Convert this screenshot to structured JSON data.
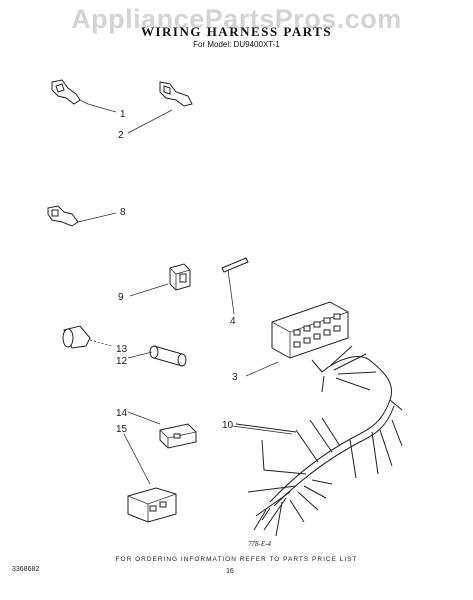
{
  "watermark": "AppliancePartsPros.com",
  "title": "WIRING HARNESS PARTS",
  "subtitle": "For Model: DU9400XT-1",
  "callouts": {
    "c1": "1",
    "c2": "2",
    "c3": "3",
    "c4": "4",
    "c8": "8",
    "c9": "9",
    "c10": "10",
    "c12": "12",
    "c13": "13",
    "c14": "14",
    "c15": "15"
  },
  "footer": {
    "note": "FOR ORDERING INFORMATION REFER TO PARTS PRICE LIST",
    "page_number": "16",
    "doc_code": "3368682",
    "signature": "778-E-4"
  }
}
